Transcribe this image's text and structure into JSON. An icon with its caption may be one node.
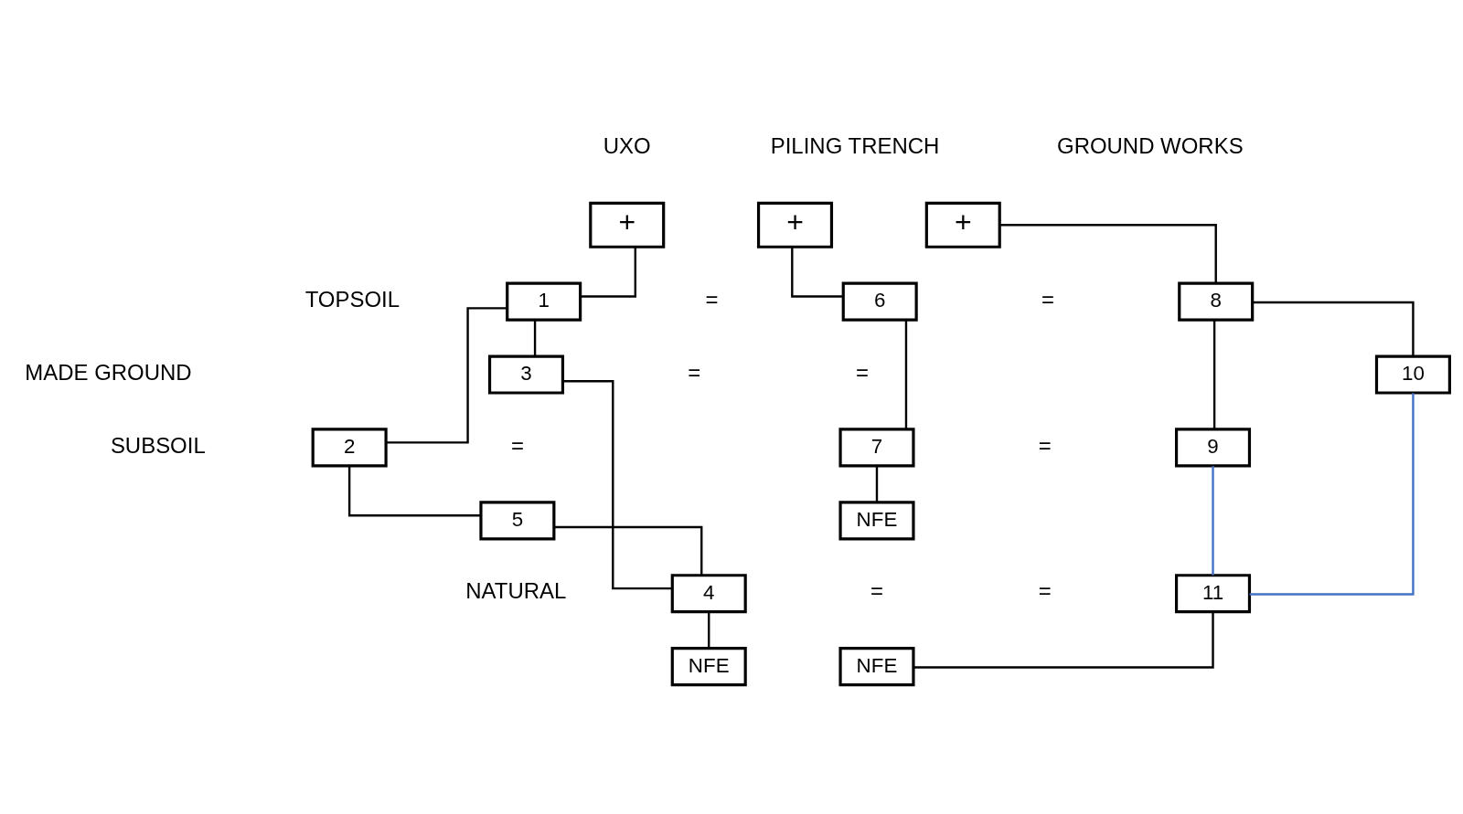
{
  "diagram": {
    "nodes": [
      {
        "text": [
          "+"
        ]
      },
      {
        "text": [
          "1"
        ]
      },
      {
        "text": [
          "3"
        ]
      },
      {
        "text": [
          "2"
        ]
      },
      {
        "text": [
          "5"
        ]
      },
      {
        "text": [
          "4"
        ]
      },
      {
        "text": [
          "NFE"
        ]
      },
      {
        "text": [
          "+"
        ]
      },
      {
        "text": [
          "6"
        ]
      },
      {
        "text": [
          "7"
        ]
      },
      {
        "text": [
          "NFE"
        ]
      },
      {
        "text": [
          "+"
        ]
      },
      {
        "text": [
          "8"
        ]
      },
      {
        "text": [
          "10"
        ]
      },
      {
        "text": [
          "9"
        ]
      },
      {
        "text": [
          "11"
        ]
      },
      {
        "text": [
          "NFE"
        ]
      }
    ],
    "edges": [
      {
        "from": 0,
        "to": 1,
        "arrow": "none"
      },
      {
        "from": 1,
        "to": 3,
        "arrow": "none"
      },
      {
        "from": 1,
        "to": 2,
        "arrow": "none"
      },
      {
        "from": 3,
        "to": 4,
        "arrow": "none"
      },
      {
        "from": 4,
        "to": 5,
        "arrow": "none"
      },
      {
        "from": 2,
        "to": 5,
        "arrow": "none"
      },
      {
        "from": 5,
        "to": 6,
        "arrow": "none"
      },
      {
        "from": 7,
        "to": 8,
        "arrow": "none"
      },
      {
        "from": 8,
        "to": 9,
        "arrow": "none"
      },
      {
        "from": 9,
        "to": 10,
        "arrow": "none"
      },
      {
        "from": 11,
        "to": 12,
        "arrow": "none"
      },
      {
        "from": 12,
        "to": 14,
        "arrow": "none"
      },
      {
        "from": 12,
        "to": 13,
        "arrow": "none"
      },
      {
        "from": 14,
        "to": 15,
        "arrow": "none",
        "color": "#4472c4"
      },
      {
        "from": 13,
        "to": 15,
        "arrow": "none",
        "color": "#4472c4"
      },
      {
        "from": 15,
        "to": 16,
        "arrow": "none"
      }
    ],
    "labels": [
      "UXO",
      "PILING TRENCH",
      "GROUND WORKS",
      "TOPSOIL",
      "=",
      "=",
      "MADE GROUND",
      "=",
      "=",
      "SUBSOIL",
      "=",
      "=",
      "NATURAL",
      "=",
      "="
    ]
  }
}
